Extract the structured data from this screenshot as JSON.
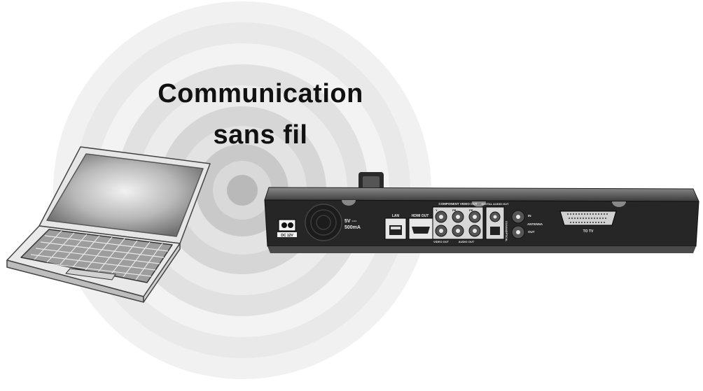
{
  "caption": {
    "line1": "Communication",
    "line2": "sans fil"
  },
  "device": {
    "power_label": "DC 12V",
    "power_rating_line1": "5V ---",
    "power_rating_line2": "500mA",
    "lan_label": "LAN",
    "hdmi_label": "HDMI OUT",
    "component_label": "COMPONENT VIDEO OUT",
    "component_y": "Y",
    "component_pb": "PB",
    "component_pr": "PR",
    "video_out_label": "VIDEO OUT",
    "audio_out_label": "AUDIO OUT",
    "digital_audio_label": "DIGITAL AUDIO OUT",
    "coaxial_label": "COAXIAL",
    "optical_label": "OPTICAL",
    "antenna_label": "ANTENNA",
    "antenna_in": "IN",
    "antenna_out": "OUT",
    "to_tv_label": "TO TV"
  },
  "colors": {
    "wave_outer": "#eeeeee",
    "wave_inner": "#aaaaaa",
    "device_body": "#2b2b2b",
    "device_panel": "#1a1a1a",
    "laptop_frame": "#e6e6e6",
    "laptop_outline": "#444444"
  },
  "icons": [
    "wireless-waves-icon",
    "laptop-icon",
    "wireless-dongle-icon",
    "set-top-box-icon"
  ]
}
